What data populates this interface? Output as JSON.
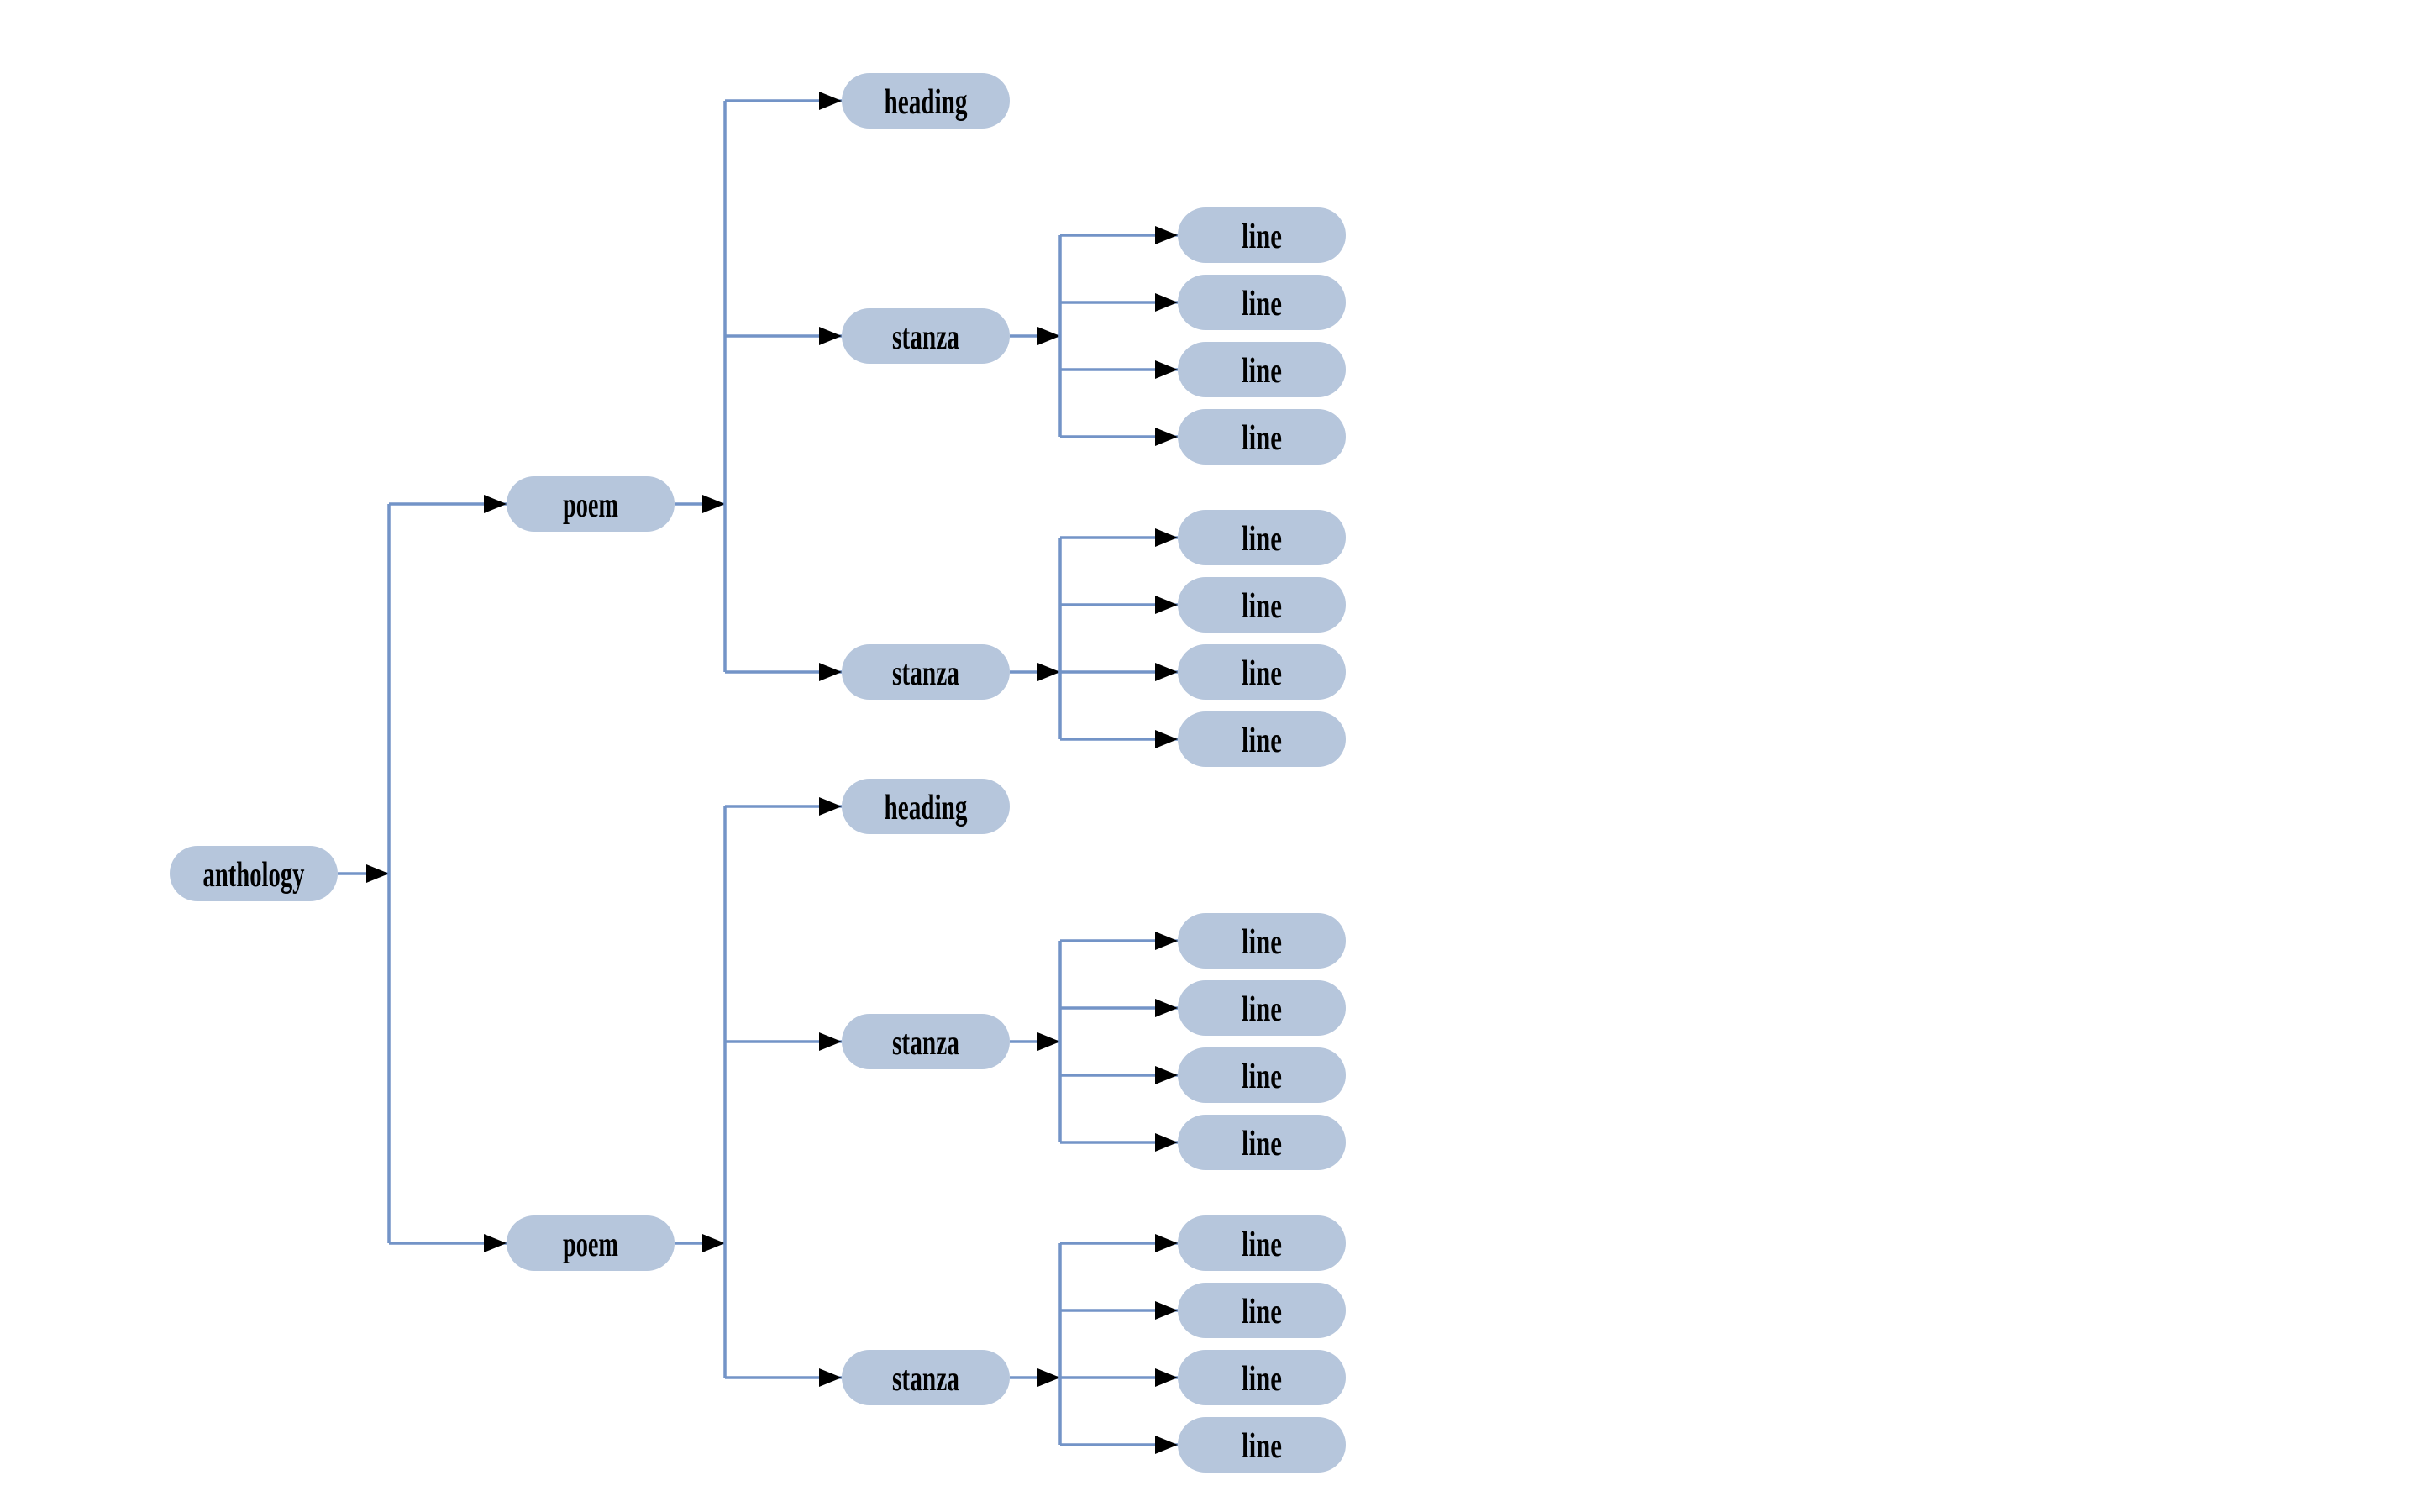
{
  "diagram": {
    "kind": "tree",
    "root": {
      "label": "anthology",
      "children": [
        {
          "label": "poem",
          "children": [
            {
              "label": "heading",
              "children": []
            },
            {
              "label": "stanza",
              "children": [
                {
                  "label": "line"
                },
                {
                  "label": "line"
                },
                {
                  "label": "line"
                },
                {
                  "label": "line"
                }
              ]
            },
            {
              "label": "stanza",
              "children": [
                {
                  "label": "line"
                },
                {
                  "label": "line"
                },
                {
                  "label": "line"
                },
                {
                  "label": "line"
                }
              ]
            }
          ]
        },
        {
          "label": "poem",
          "children": [
            {
              "label": "heading",
              "children": []
            },
            {
              "label": "stanza",
              "children": [
                {
                  "label": "line"
                },
                {
                  "label": "line"
                },
                {
                  "label": "line"
                },
                {
                  "label": "line"
                }
              ]
            },
            {
              "label": "stanza",
              "children": [
                {
                  "label": "line"
                },
                {
                  "label": "line"
                },
                {
                  "label": "line"
                },
                {
                  "label": "line"
                }
              ]
            }
          ]
        }
      ]
    }
  },
  "colors": {
    "background": "#ffffff",
    "node-fill": "#b6c6dc",
    "edge": "#7394c7",
    "arrowhead": "#000000",
    "label-text": "#000000"
  }
}
